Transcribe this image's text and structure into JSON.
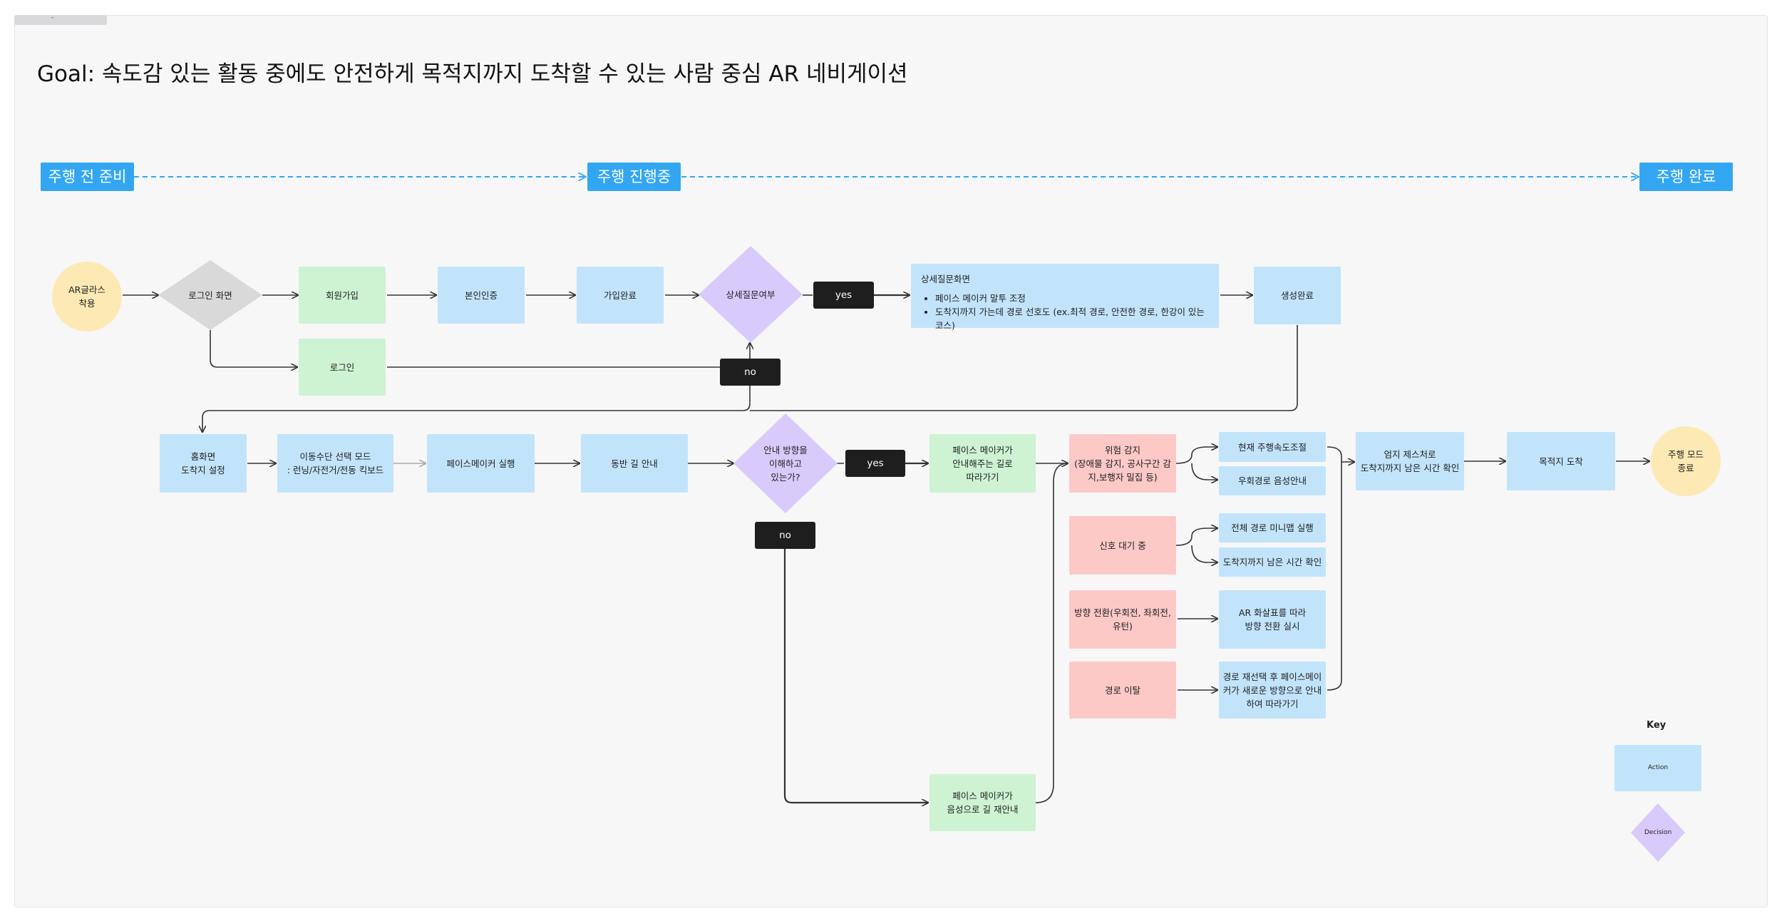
{
  "frame_label": "-",
  "title": "Goal: 속도감 있는 활동 중에도 안전하게 목적지까지 도착할 수 있는 사람 중심 AR 네비게이션",
  "phases": [
    "주행 전 준비",
    "주행 진행중",
    "주행 완료"
  ],
  "nodes": {
    "start": "AR글라스\n착용",
    "login_screen": "로그인 화면",
    "signup": "회원가입",
    "verify": "본인인증",
    "signup_done": "가입완료",
    "detail_q": "상세질문여부",
    "yes1": "yes",
    "no1": "no",
    "login": "로그인",
    "gen_done": "생성완료",
    "home": "홈화면\n도착지 설정",
    "mode": "이동수단 선택 모드\n: 런닝/자전거/전동 킥보드",
    "pacemaker_run": "페이스메이커 실행",
    "companion": "동반 길 안내",
    "understand_q": "안내 방향을\n이해하고\n있는가?",
    "yes2": "yes",
    "no2": "no",
    "follow": "페이스 메이커가\n안내해주는 길로\n따라가기",
    "reguide": "페이스 메이커가\n음성으로 길 재안내",
    "danger": "위험 감지\n(장애물 감지, 공사구간 감\n지,보행자 밀집 등)",
    "signal": "신호 대기 중",
    "turn": "방향 전환(우회전, 좌회전,\n유턴)",
    "deviate": "경로 이탈",
    "speed_adjust": "현재 주행속도조절",
    "detour_voice": "우회경로 음성안내",
    "minimap": "전체 경로 미니맵 실행",
    "remain_time": "도착지까지 남은 시간 확인",
    "ar_arrow": "AR 화살표를 따라\n방향 전환 실시",
    "reroute": "경로 재선택 후 페이스메이\n커가 새로운 방향으로 안내\n하여 따라가기",
    "thumb": "엄지 제스처로\n도착지까지 남은 시간 확인",
    "arrive": "목적지 도착",
    "end": "주행 모드\n종료"
  },
  "detail_box": {
    "heading": "상세질문화면",
    "items": [
      "페이스 메이커 말투 조정",
      "도착지까지 가는데 경로 선호도 (ex.최적 경로, 안전한 경로, 한강이 있는 코스)"
    ]
  },
  "key": {
    "title": "Key",
    "action": "Action",
    "decision": "Decision"
  },
  "colors": {
    "phase": "#33a6f2",
    "action": "#c2e4fb",
    "decision": "#d9cafc",
    "start_end": "#fde9b4",
    "decision_gray": "#d9d9d9",
    "success": "#cdf3d3",
    "alert": "#fcc9c7",
    "label_pill": "#1e1e1e"
  }
}
